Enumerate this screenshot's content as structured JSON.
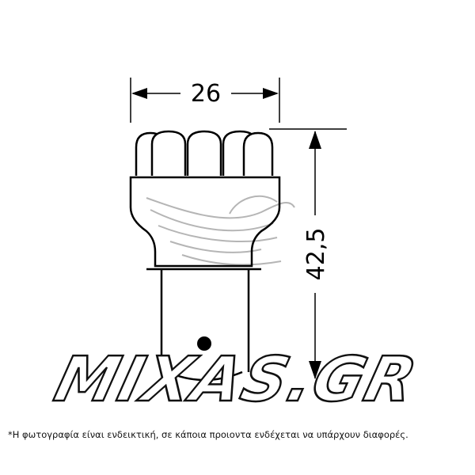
{
  "dimensions": {
    "width": "26",
    "height": "42,5"
  },
  "watermark": {
    "text": "MIXAS.GR"
  },
  "disclaimer": "*Η φωτογραφία είναι ενδεικτική, σε κάποια προιοντα ενδέχεται να υπάρχουν διαφορές.",
  "colors": {
    "line": "#000000",
    "background": "#ffffff",
    "watermark_swoosh": "#b0b0b0"
  }
}
